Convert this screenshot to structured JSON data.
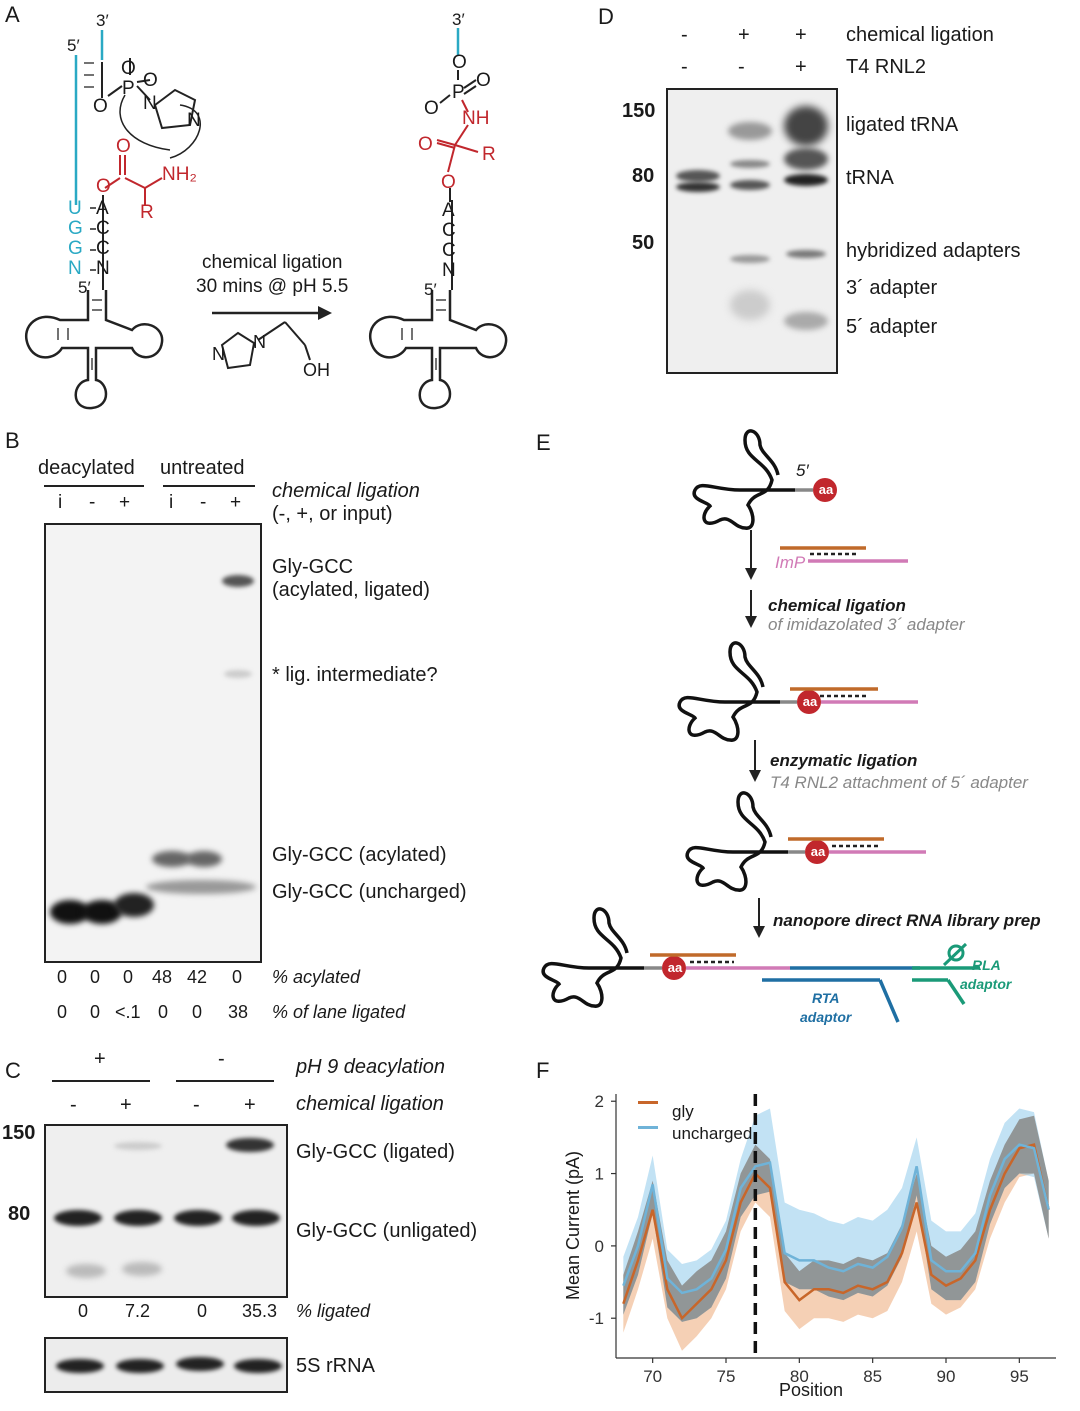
{
  "panel_labels": {
    "a": "A",
    "b": "B",
    "c": "C",
    "d": "D",
    "e": "E",
    "f": "F"
  },
  "panel_a": {
    "three_prime_left": "3′",
    "five_prime_left": "5′",
    "five_prime_trna_left": "5′",
    "adapter_bases": [
      "U",
      "G",
      "G",
      "N"
    ],
    "trna_bases": [
      "A",
      "C",
      "C",
      "N"
    ],
    "phosphate_o_minus": "O",
    "phosphate_p": "P",
    "phosphate_o": "O",
    "phosphate_o2": "O",
    "imidazole_n": "N",
    "imidazole_n2": "N",
    "nh2": "NH₂",
    "carbonyl_o": "O",
    "ester_o": "O",
    "r_group": "R",
    "arrow_line1": "chemical ligation",
    "arrow_line2": "30 mins @ pH 5.5",
    "reagent_n": "N",
    "reagent_n2": "N",
    "reagent_oh": "OH",
    "three_prime_right": "3′",
    "product_o_top": "O",
    "product_p": "P",
    "product_o_minus": "O",
    "product_o_double": "O",
    "product_nh": "NH",
    "product_carbonyl_o": "O",
    "product_r": "R",
    "product_ester_o": "O",
    "product_bases": [
      "A",
      "C",
      "C",
      "N"
    ],
    "five_prime_right": "5′"
  },
  "panel_b": {
    "group_deacylated": "deacylated",
    "group_untreated": "untreated",
    "lane_marks": [
      "i",
      "-",
      "+",
      "i",
      "-",
      "+"
    ],
    "legend_line1": "chemical ligation",
    "legend_line2": "(-, +, or input)",
    "band_labels": [
      "Gly-GCC",
      "(acylated, ligated)",
      "* lig. intermediate?",
      "Gly-GCC (acylated)",
      "Gly-GCC (uncharged)"
    ],
    "pct_acylated": [
      "0",
      "0",
      "0",
      "48",
      "42",
      "0"
    ],
    "pct_acylated_label": "% acylated",
    "pct_ligated": [
      "0",
      "0",
      "<.1",
      "0",
      "0",
      "38"
    ],
    "pct_ligated_label": "% of lane ligated"
  },
  "panel_c": {
    "deacyl_marks": [
      "+",
      "-"
    ],
    "deacyl_label": "pH 9 deacylation",
    "lig_marks": [
      "-",
      "+",
      "-",
      "+"
    ],
    "lig_label": "chemical ligation",
    "marker_150": "150",
    "marker_80": "80",
    "band_ligated": "Gly-GCC (ligated)",
    "band_unligated": "Gly-GCC (unligated)",
    "pct_values": [
      "0",
      "7.2",
      "0",
      "35.3"
    ],
    "pct_label": "% ligated",
    "loading_label": "5S rRNA"
  },
  "panel_d": {
    "row1_marks": [
      "-",
      "+",
      "+"
    ],
    "row1_label": "chemical ligation",
    "row2_marks": [
      "-",
      "-",
      "+"
    ],
    "row2_label": "T4 RNL2",
    "marker_150": "150",
    "marker_80": "80",
    "marker_50": "50",
    "band_labels": [
      "ligated tRNA",
      "tRNA",
      "hybridized adapters",
      "3´ adapter",
      "5´ adapter"
    ]
  },
  "panel_e": {
    "five_prime": "5′",
    "aa": "aa",
    "imp": "ImP",
    "step1_title": "chemical ligation",
    "step1_sub": "of imidazolated 3´ adapter",
    "step2_title": "enzymatic ligation",
    "step2_sub": "T4 RNL2 attachment of 5´ adapter",
    "step3_title": "nanopore direct RNA library prep",
    "rta_line1": "RTA",
    "rta_line2": "adaptor",
    "rla_line1": "RLA",
    "rla_line2": "adaptor",
    "colors": {
      "aa": "#c1272d",
      "top_strand": "#c06a2a",
      "bottom_strand": "#d17ab6",
      "rta": "#1f6fa3",
      "rla": "#1a9a78"
    }
  },
  "chart_data": {
    "type": "line",
    "ylabel": "Mean Current (pA)",
    "xlabel": "Position",
    "xlim": [
      67.5,
      97.5
    ],
    "ylim": [
      -1.55,
      2.1
    ],
    "xticks": [
      70,
      75,
      80,
      85,
      90,
      95
    ],
    "yticks": [
      -1,
      0,
      1,
      2
    ],
    "reference_line_x": 77,
    "legend_position": "top-left",
    "series": [
      {
        "name": "gly",
        "color": "#c8662a",
        "x": [
          68,
          69,
          70,
          71,
          72,
          73,
          74,
          75,
          76,
          77,
          78,
          79,
          80,
          81,
          82,
          83,
          84,
          85,
          86,
          87,
          88,
          89,
          90,
          91,
          92,
          93,
          94,
          95,
          96,
          97
        ],
        "values": [
          -0.8,
          -0.2,
          0.5,
          -0.6,
          -1.0,
          -0.8,
          -0.6,
          -0.2,
          0.6,
          1.0,
          0.8,
          -0.5,
          -0.75,
          -0.6,
          -0.6,
          -0.65,
          -0.55,
          -0.6,
          -0.5,
          -0.1,
          0.6,
          -0.4,
          -0.55,
          -0.45,
          -0.2,
          0.5,
          1.0,
          1.35,
          1.4,
          0.5
        ],
        "band_low": [
          -1.2,
          -0.6,
          0.1,
          -1.0,
          -1.45,
          -1.25,
          -1.0,
          -0.6,
          0.2,
          0.6,
          0.4,
          -0.9,
          -1.15,
          -1.0,
          -1.0,
          -1.05,
          -0.95,
          -1.0,
          -0.9,
          -0.5,
          0.2,
          -0.8,
          -0.95,
          -0.85,
          -0.6,
          0.1,
          0.6,
          0.95,
          1.0,
          0.1
        ],
        "band_high": [
          -0.4,
          0.2,
          0.9,
          -0.2,
          -0.55,
          -0.35,
          -0.2,
          0.2,
          1.0,
          1.4,
          1.2,
          -0.1,
          -0.35,
          -0.2,
          -0.2,
          -0.25,
          -0.15,
          -0.2,
          -0.1,
          0.3,
          1.0,
          0.0,
          -0.15,
          -0.05,
          0.2,
          0.9,
          1.4,
          1.75,
          1.8,
          0.9
        ]
      },
      {
        "name": "uncharged",
        "color": "#6fb3d8",
        "x": [
          68,
          69,
          70,
          71,
          72,
          73,
          74,
          75,
          76,
          77,
          78,
          79,
          80,
          81,
          82,
          83,
          84,
          85,
          86,
          87,
          88,
          89,
          90,
          91,
          92,
          93,
          94,
          95,
          96,
          97
        ],
        "values": [
          -0.55,
          0.0,
          0.85,
          -0.45,
          -0.65,
          -0.6,
          -0.45,
          -0.05,
          0.8,
          1.1,
          1.15,
          -0.1,
          -0.2,
          -0.2,
          -0.3,
          -0.35,
          -0.25,
          -0.3,
          -0.15,
          0.25,
          1.1,
          -0.2,
          -0.35,
          -0.35,
          -0.1,
          0.7,
          1.2,
          1.4,
          1.35,
          0.5
        ],
        "band_low": [
          -0.95,
          -0.4,
          0.45,
          -0.85,
          -1.05,
          -1.0,
          -0.85,
          -0.45,
          0.4,
          0.7,
          0.75,
          -0.5,
          -0.6,
          -0.6,
          -0.7,
          -0.75,
          -0.65,
          -0.7,
          -0.55,
          -0.15,
          0.7,
          -0.6,
          -0.75,
          -0.75,
          -0.5,
          0.3,
          0.8,
          1.0,
          0.95,
          0.1
        ],
        "band_high": [
          -0.15,
          0.4,
          1.25,
          -0.05,
          -0.25,
          -0.2,
          -0.05,
          0.35,
          1.2,
          1.8,
          1.9,
          0.6,
          0.5,
          0.45,
          0.35,
          0.3,
          0.4,
          0.35,
          0.5,
          0.8,
          1.5,
          0.35,
          0.2,
          0.2,
          0.45,
          1.2,
          1.7,
          1.9,
          1.85,
          0.9
        ]
      }
    ]
  }
}
